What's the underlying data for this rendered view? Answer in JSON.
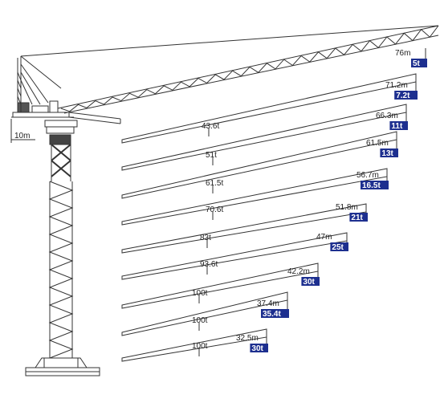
{
  "colors": {
    "line": "#333333",
    "badge": "#1d2f8f",
    "badge_text": "#ffffff",
    "background": "#ffffff"
  },
  "dimension": {
    "label": "10m"
  },
  "jibs": [
    {
      "radius": "76m",
      "tip_load": "5t",
      "mid_load": ""
    },
    {
      "radius": "71.2m",
      "tip_load": "7.2t",
      "mid_load": "43.6t"
    },
    {
      "radius": "66.3m",
      "tip_load": "11t",
      "mid_load": "51t"
    },
    {
      "radius": "61.5m",
      "tip_load": "13t",
      "mid_load": "61.5t"
    },
    {
      "radius": "56.7m",
      "tip_load": "16.5t",
      "mid_load": "70.6t"
    },
    {
      "radius": "51.8m",
      "tip_load": "21t",
      "mid_load": "83t"
    },
    {
      "radius": "47m",
      "tip_load": "25t",
      "mid_load": "93.6t"
    },
    {
      "radius": "42.2m",
      "tip_load": "30t",
      "mid_load": "100t"
    },
    {
      "radius": "37.4m",
      "tip_load": "35.4t",
      "mid_load": "100t"
    },
    {
      "radius": "32.5m",
      "tip_load": "30t",
      "mid_load": "100t"
    }
  ]
}
